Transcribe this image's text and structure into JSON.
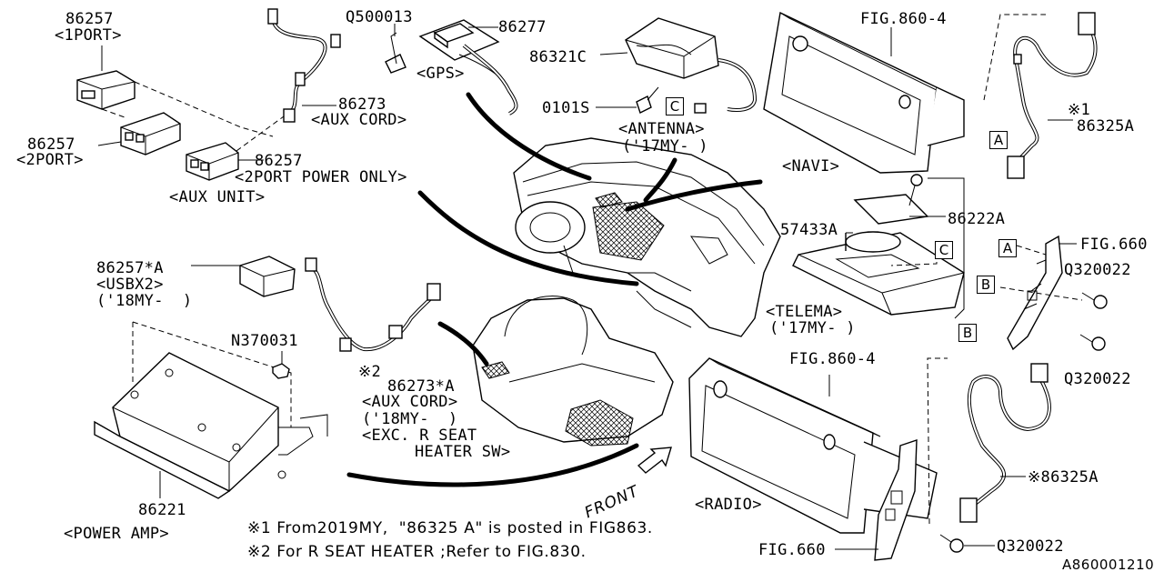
{
  "labels": {
    "p86257_1port": "86257",
    "p86257_1port_sub": "<1PORT>",
    "p86257_2port": "86257",
    "p86257_2port_sub": "<2PORT>",
    "p86273": "86273",
    "p86273_sub": "<AUX CORD>",
    "p86257_aux": "86257",
    "p86257_aux_sub": "<2PORT POWER ONLY>",
    "aux_unit": "<AUX UNIT>",
    "q500013": "Q500013",
    "p86277": "86277",
    "gps": "<GPS>",
    "p86321c": "86321C",
    "p0101s": "0101S",
    "antenna": "<ANTENNA>",
    "antenna_my": "('17MY- )",
    "fig860_top": "FIG.860-4",
    "navi": "<NAVI>",
    "ref1_top": "※1",
    "p86325a_top": "86325A",
    "p86222a": "86222A",
    "p57433a": "57433A",
    "telema": "<TELEMA>",
    "telema_my": "('17MY- )",
    "fig660_right": "FIG.660",
    "q320022_a": "Q320022",
    "q320022_b": "Q320022",
    "p86257a": "86257*A",
    "usbx2": "<USBX2>",
    "usb_my": "('18MY-  )",
    "n370031": "N370031",
    "ref2": "※2",
    "p86273a": "86273*A",
    "aux_cord2": "<AUX CORD>",
    "aux_cord2_my": "('18MY-  )",
    "exc_seat": "<EXC. R SEAT",
    "heater_sw": "HEATER SW>",
    "p86221": "86221",
    "power_amp": "<POWER AMP>",
    "fig860_bottom": "FIG.860-4",
    "p86325a_bottom": "※86325A",
    "radio": "<RADIO>",
    "fig660_bottom": "FIG.660",
    "q320022_c": "Q320022",
    "front": "FRONT"
  },
  "callouts": {
    "a": "A",
    "b": "B",
    "c": "C"
  },
  "notes": {
    "note1": "※1 From2019MY,  \"86325 A\" is posted in FIG863.",
    "note2": "※2 For R SEAT HEATER ;Refer to FIG.830."
  },
  "doc_id": "A860001210"
}
